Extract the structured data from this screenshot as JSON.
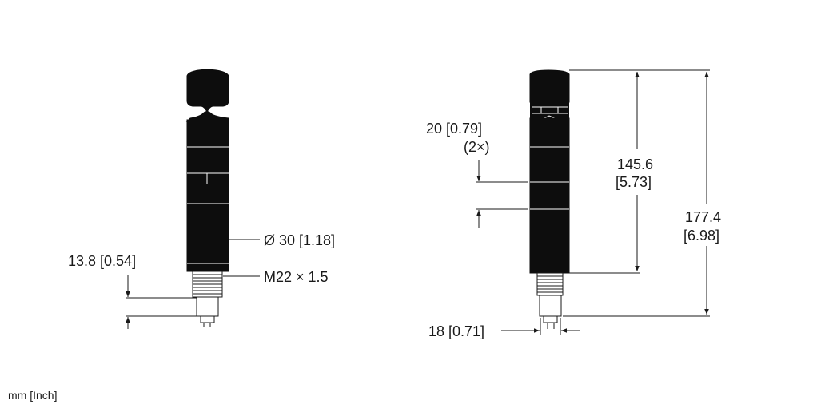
{
  "units_note": "mm [Inch]",
  "left_view": {
    "diameter_label": "Ø 30 [1.18]",
    "thread_label": "M22 × 1.5",
    "thread_length_label": "13.8 [0.54]"
  },
  "right_view": {
    "spacing_label": "20 [0.79]",
    "spacing_count": "(2×)",
    "height_inner_mm": "145.6",
    "height_inner_in": "[5.73]",
    "height_total_mm": "177.4",
    "height_total_in": "[6.98]",
    "connector_width_label": "18 [0.71]"
  }
}
